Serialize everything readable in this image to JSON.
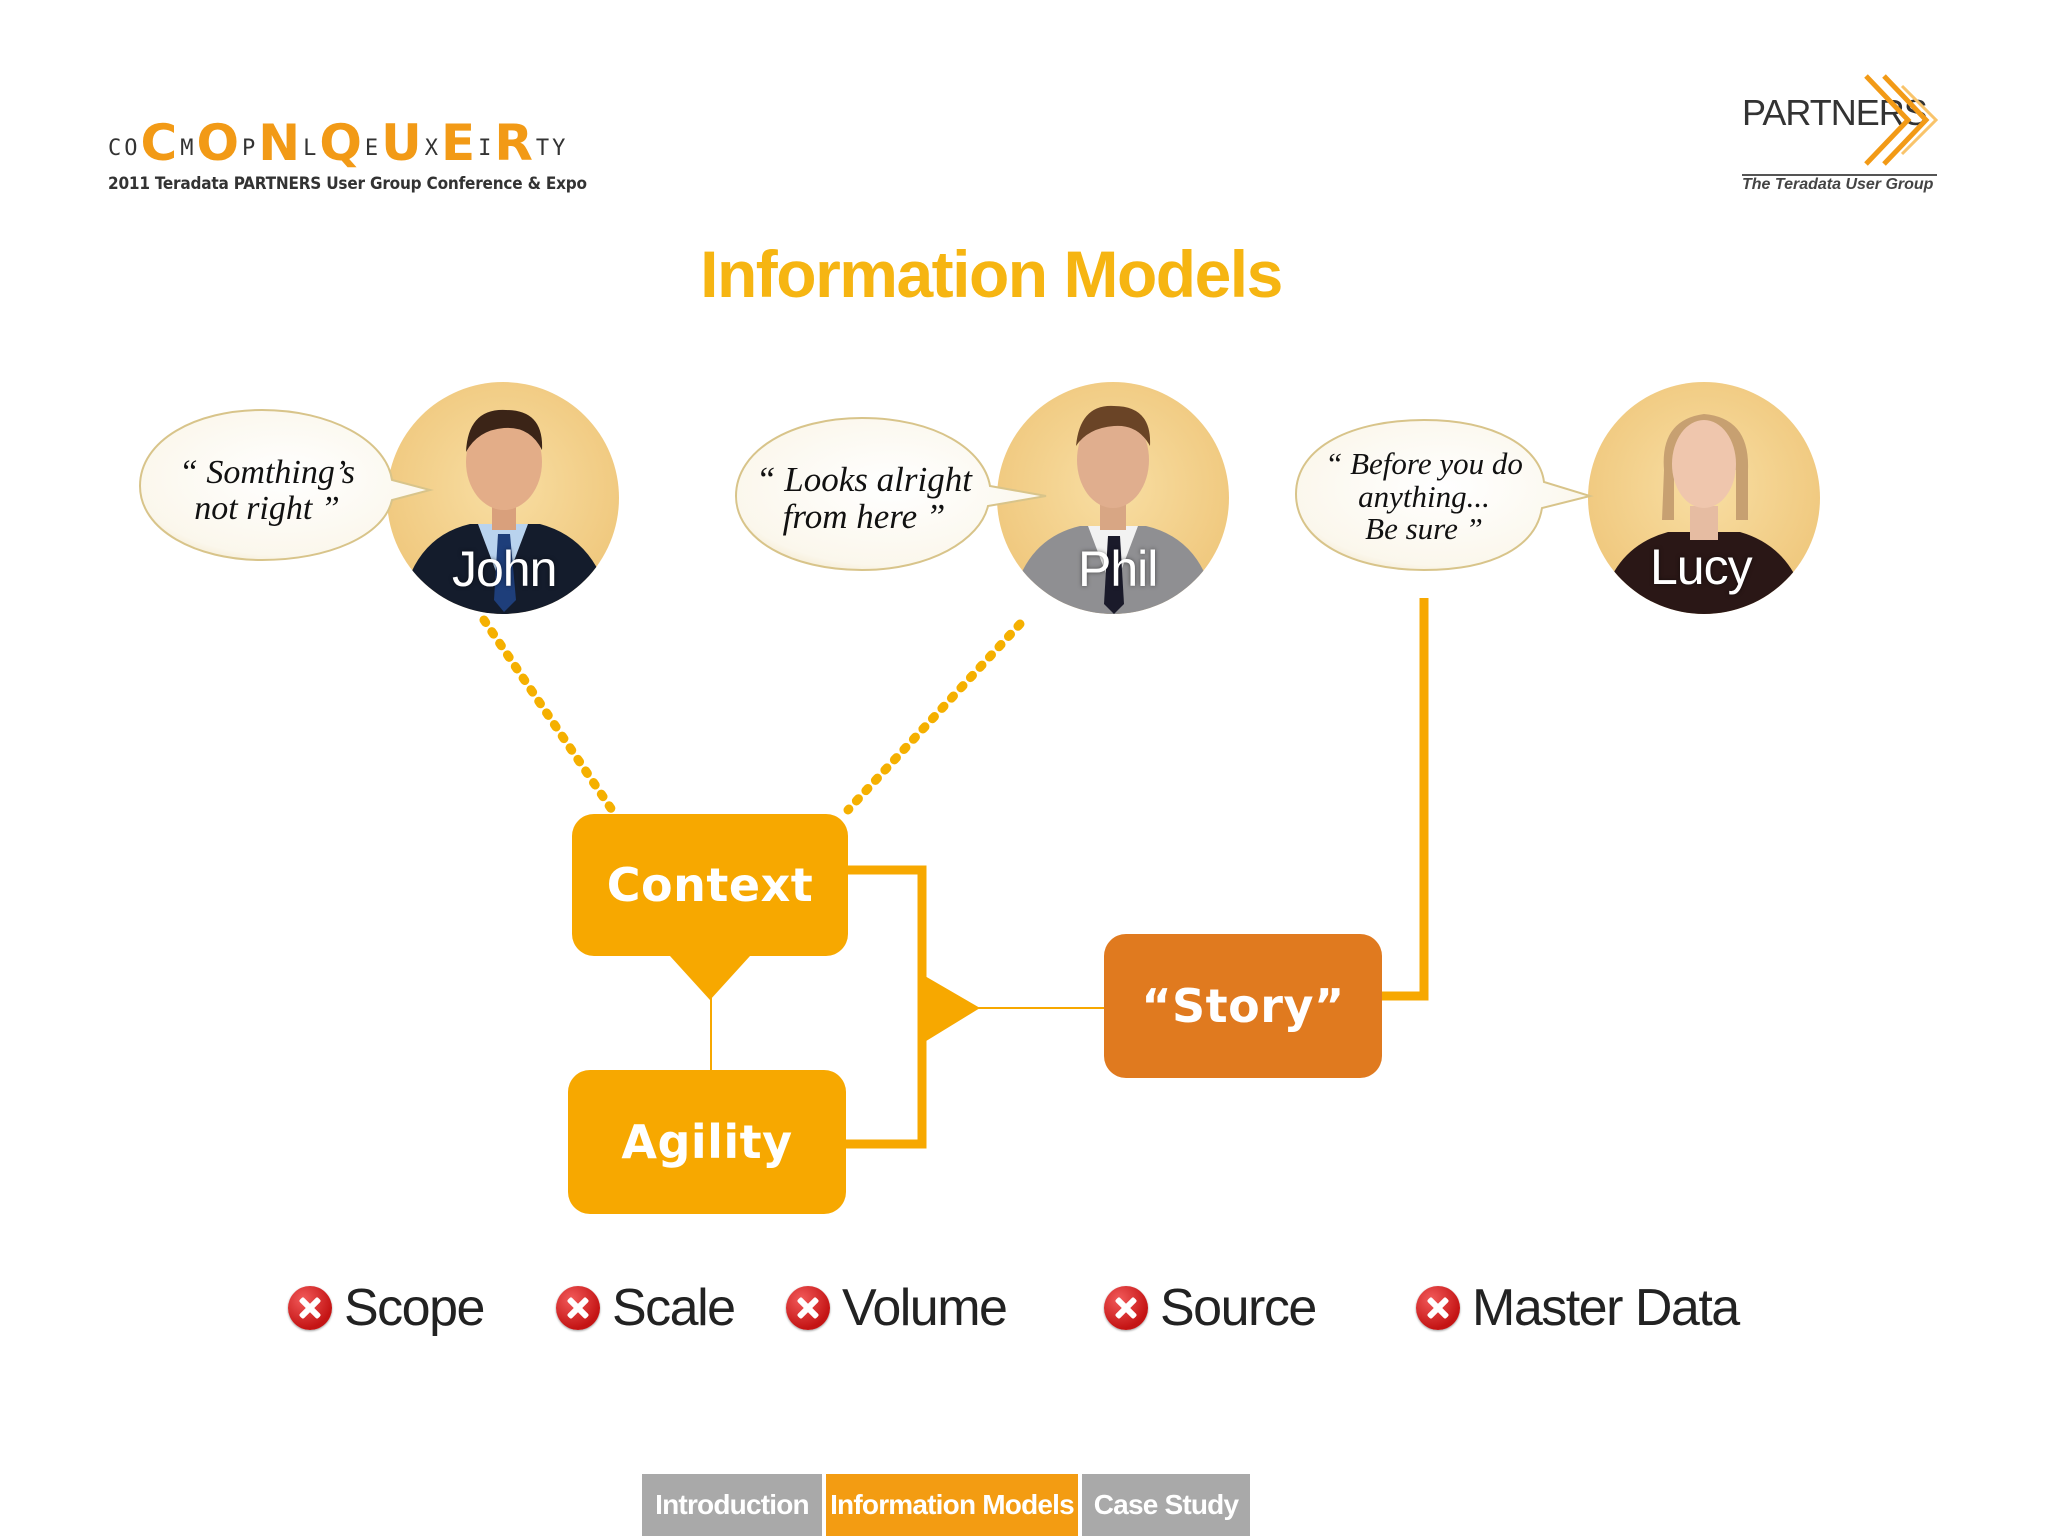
{
  "header": {
    "conquer_logo": {
      "letters": [
        {
          "t": "C",
          "big": false
        },
        {
          "t": "O",
          "big": false
        },
        {
          "t": "C",
          "big": true
        },
        {
          "t": "M",
          "big": false
        },
        {
          "t": "O",
          "big": true
        },
        {
          "t": "P",
          "big": false
        },
        {
          "t": "N",
          "big": true
        },
        {
          "t": "L",
          "big": false
        },
        {
          "t": "Q",
          "big": true
        },
        {
          "t": "E",
          "big": false
        },
        {
          "t": "U",
          "big": true
        },
        {
          "t": "X",
          "big": false
        },
        {
          "t": "E",
          "big": true
        },
        {
          "t": "I",
          "big": false
        },
        {
          "t": "R",
          "big": true
        },
        {
          "t": "T",
          "big": false
        },
        {
          "t": "Y",
          "big": false
        }
      ],
      "subtitle": "2011 Teradata PARTNERS User Group Conference & Expo"
    },
    "partners_logo": {
      "word": "PARTNERS",
      "tagline": "The Teradata User Group"
    }
  },
  "title": "Information Models",
  "people": [
    {
      "name": "John",
      "quote": "“ Somthing’s\nnot right ”"
    },
    {
      "name": "Phil",
      "quote": "“ Looks alright\nfrom here ”"
    },
    {
      "name": "Lucy",
      "quote": "“ Before you do\nanything...\nBe sure ”"
    }
  ],
  "boxes": {
    "context": "Context",
    "agility": "Agility",
    "story": "“Story”"
  },
  "issues": [
    "Scope",
    "Scale",
    "Volume",
    "Source",
    "Master Data"
  ],
  "tabs": [
    {
      "label": "Introduction",
      "active": false
    },
    {
      "label": "Information Models",
      "active": true
    },
    {
      "label": "Case Study",
      "active": false
    }
  ],
  "colors": {
    "accent": "#f7a800",
    "story": "#e07a1f",
    "title": "#f6b512",
    "avatar_bg": "#f3d08a",
    "tab_inactive": "#a9a9a9",
    "tab_active": "#f39c12",
    "issue_icon": "#d32020"
  },
  "icons": {
    "issue": "red-x-circle-icon"
  }
}
